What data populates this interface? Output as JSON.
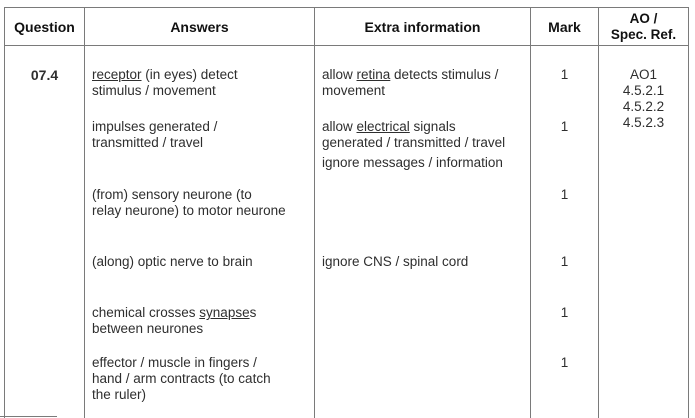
{
  "colors": {
    "border": "#7a7a7a",
    "text": "#2e2e2e",
    "header_text": "#111111",
    "background": "#ffffff"
  },
  "header": {
    "question": "Question",
    "answers": "Answers",
    "extra": "Extra information",
    "mark": "Mark",
    "ao_line1": "AO /",
    "ao_line2": "Spec. Ref."
  },
  "row": {
    "question_number": "07.4",
    "answers": [
      {
        "pre": "",
        "u": "receptor",
        "post": " (in eyes) detect\nstimulus / movement"
      },
      {
        "pre": "impulses generated /\ntransmitted / travel",
        "u": "",
        "post": ""
      },
      {
        "pre": "(from) sensory neurone (to\nrelay neurone) to motor neurone",
        "u": "",
        "post": ""
      },
      {
        "pre": "(along) optic nerve to brain",
        "u": "",
        "post": ""
      },
      {
        "pre": "chemical crosses ",
        "u": "synapse",
        "post": "s\nbetween neurones"
      },
      {
        "pre": "effector / muscle in fingers /\nhand / arm contracts (to catch\nthe ruler)",
        "u": "",
        "post": ""
      }
    ],
    "extra": [
      {
        "pre": "allow ",
        "u": "retina",
        "post": " detects stimulus /\nmovement"
      },
      {
        "pre": "allow ",
        "u": "electrical",
        "post": " signals\ngenerated / transmitted / travel"
      },
      {
        "pre": "ignore messages / information",
        "u": "",
        "post": ""
      },
      {
        "pre": "ignore CNS / spinal cord",
        "u": "",
        "post": ""
      }
    ],
    "marks": [
      "1",
      "1",
      "1",
      "1",
      "1",
      "1"
    ],
    "ao_spec": [
      "AO1",
      "4.5.2.1",
      "4.5.2.2",
      "4.5.2.3"
    ]
  }
}
